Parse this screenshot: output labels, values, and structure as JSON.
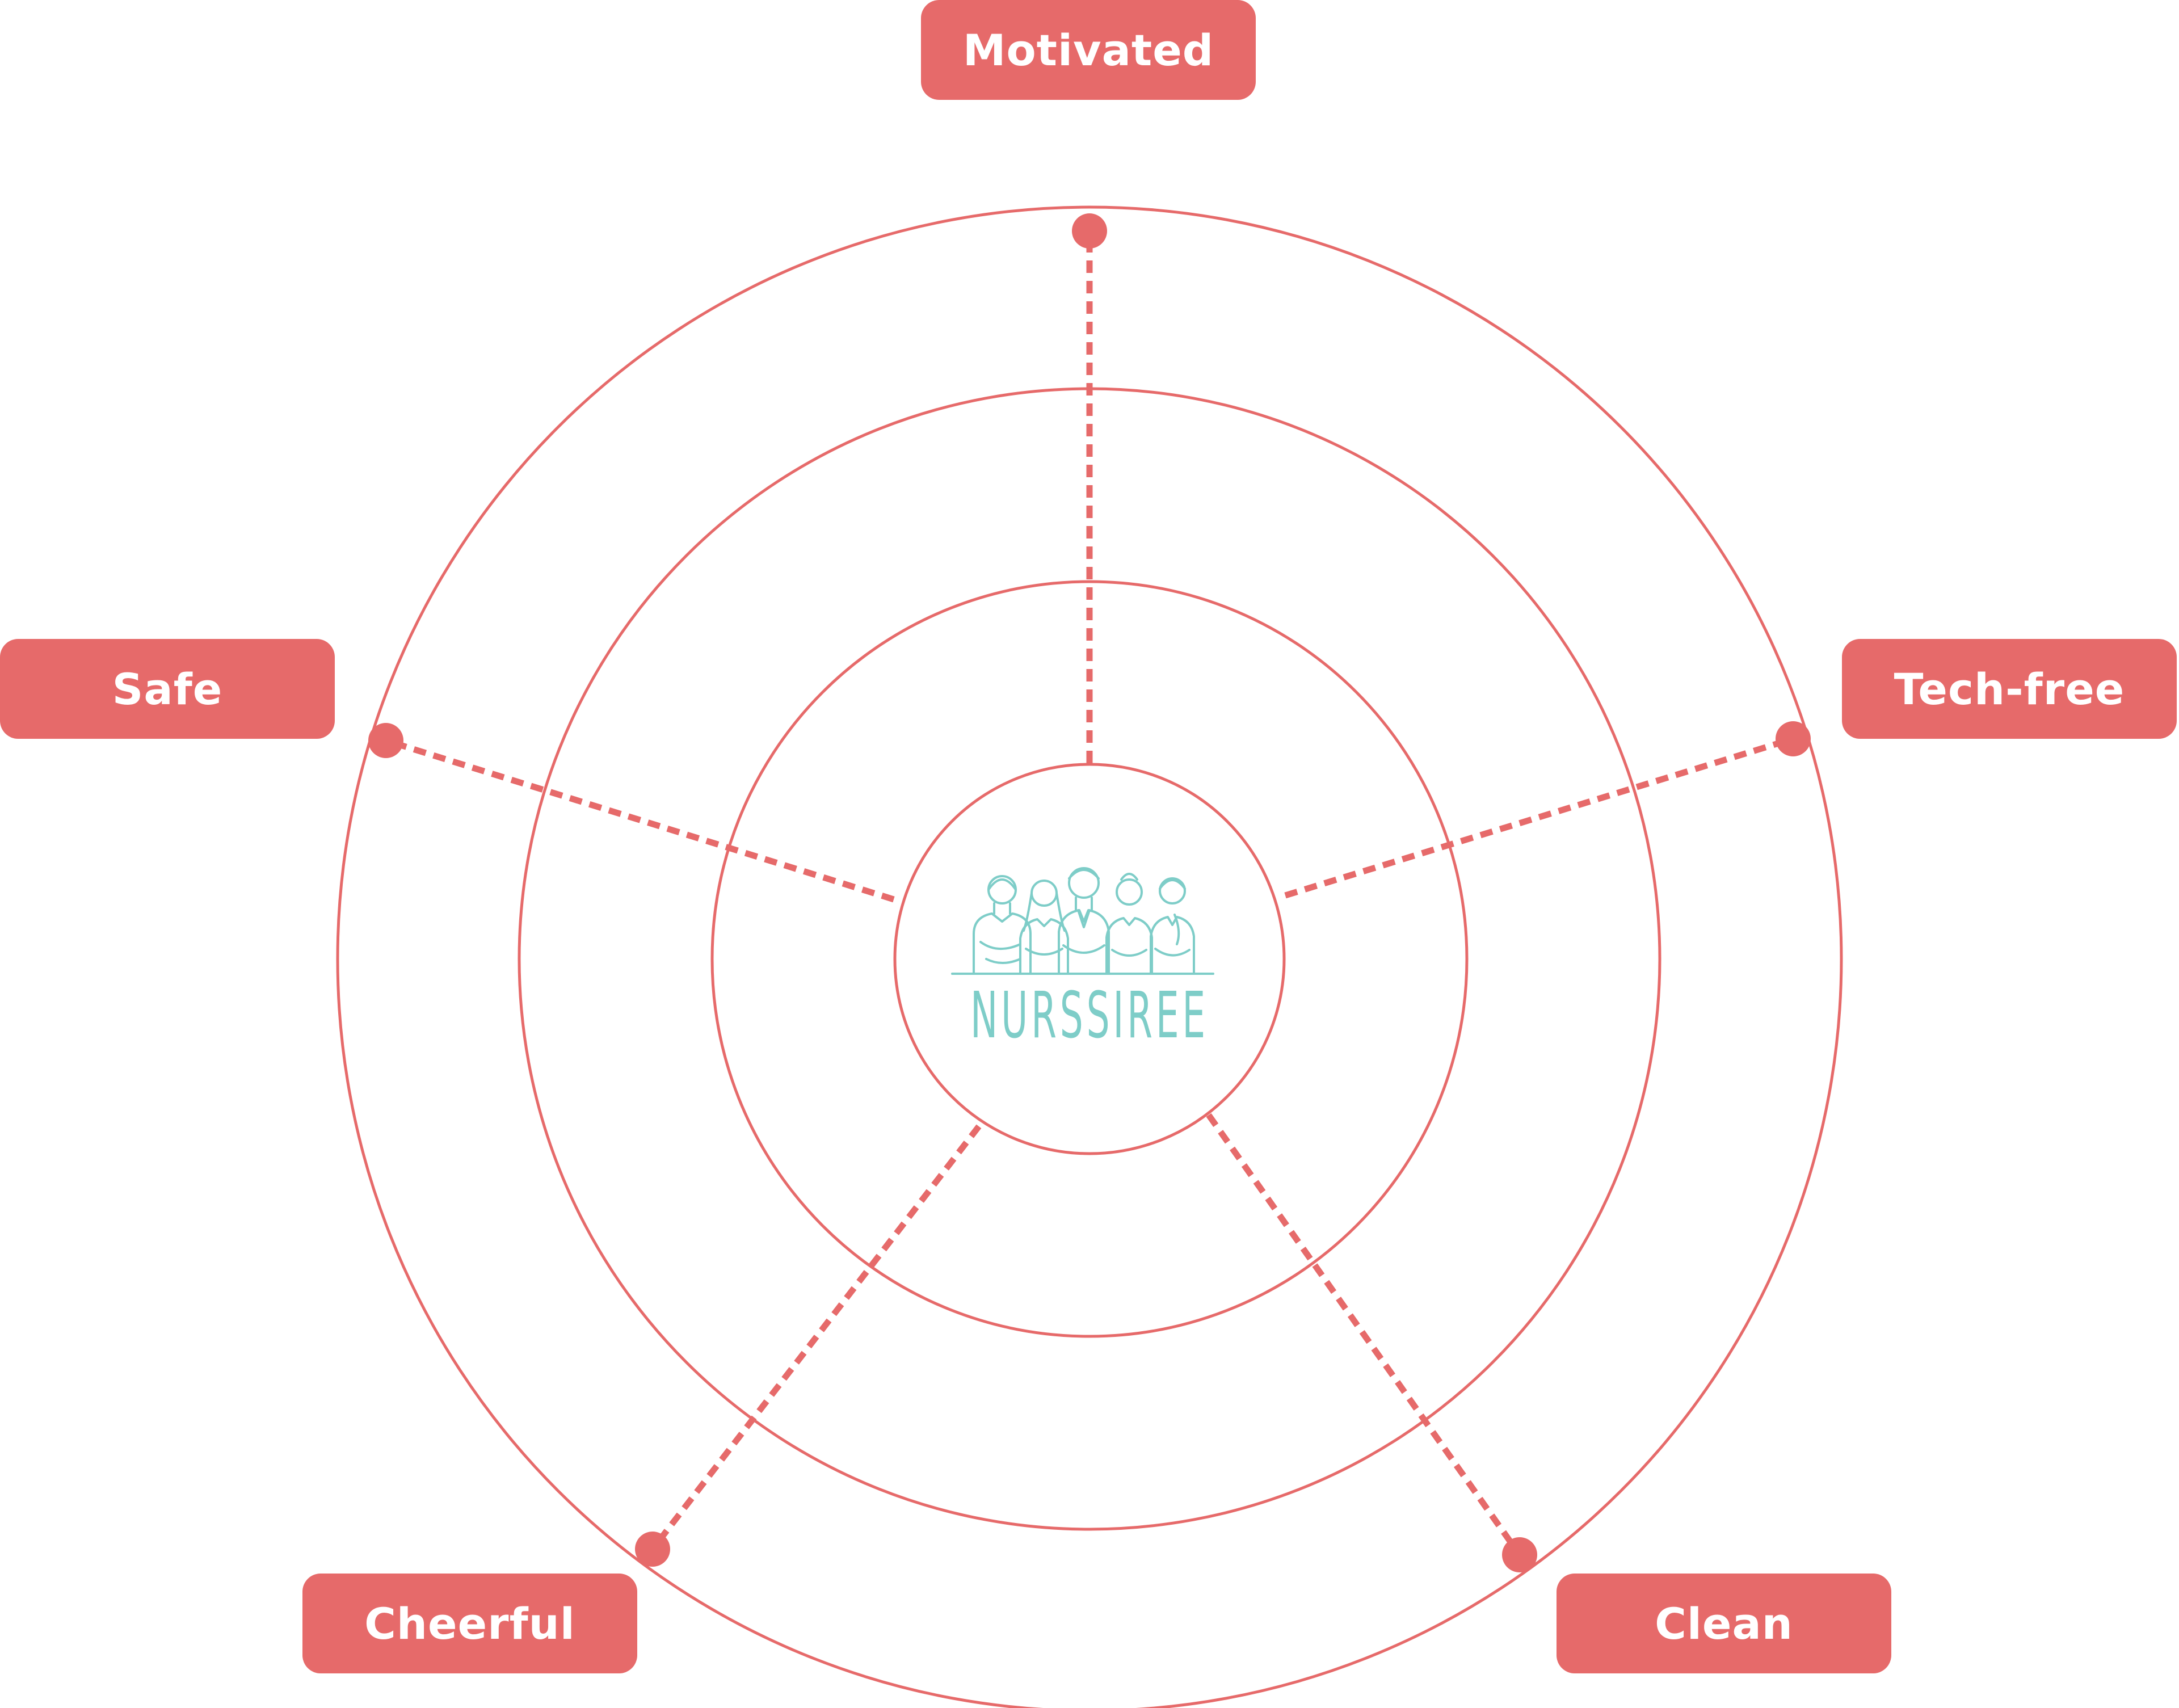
{
  "colors": {
    "accent": "#e66a6a",
    "logo": "#7ecdc8",
    "background": "#ffffff"
  },
  "logo": {
    "text": "NURSSIREE",
    "icon": "nurses-group-illustration"
  },
  "labels": [
    {
      "id": "motivated",
      "text": "Motivated"
    },
    {
      "id": "tech-free",
      "text": "Tech-free"
    },
    {
      "id": "clean",
      "text": "Clean"
    },
    {
      "id": "cheerful",
      "text": "Cheerful"
    },
    {
      "id": "safe",
      "text": "Safe"
    }
  ]
}
